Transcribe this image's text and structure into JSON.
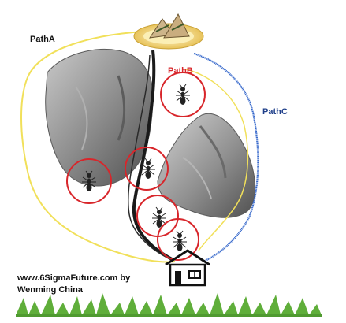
{
  "labels": {
    "path_a": "PathA",
    "path_b": "PathB",
    "path_c": "PathC"
  },
  "credit": {
    "line1": "www.6SigmaFuture.com by",
    "line2": "Wenming China"
  },
  "colors": {
    "path_a": "#f1e05a",
    "path_b": "#1a1a1a",
    "path_c": "#2a5fc8",
    "ant_ring": "#d8262b",
    "rock": "#8a8a8a",
    "grass": "#5fae3a",
    "house": "#111111"
  },
  "icons": [
    "food-plate-icon",
    "ant-icon",
    "house-icon",
    "rock-icon",
    "grass-icon"
  ]
}
